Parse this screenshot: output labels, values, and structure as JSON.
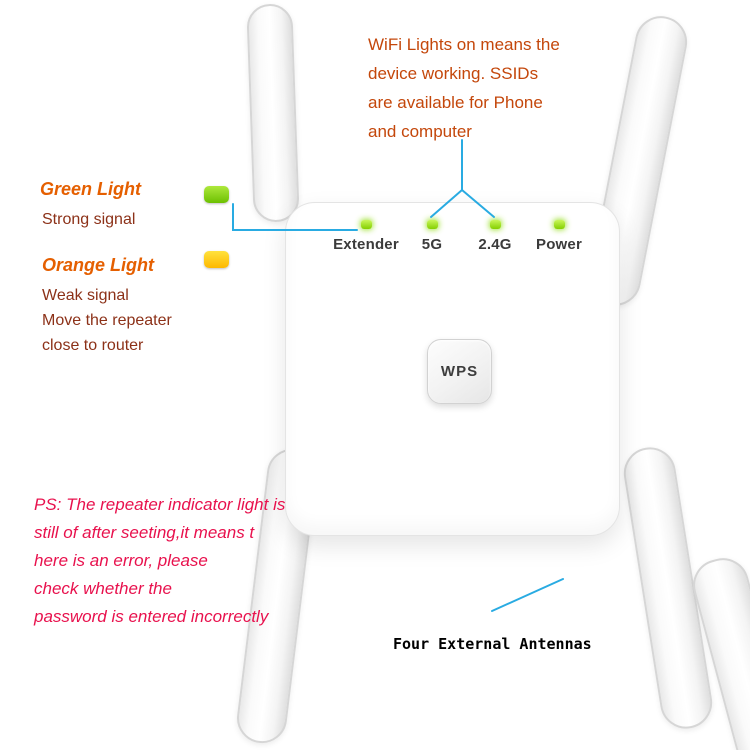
{
  "annotations": {
    "wifi_note": {
      "lines": [
        "WiFi Lights on means the",
        "device working. SSIDs",
        "are available for Phone",
        "and computer"
      ]
    },
    "green": {
      "heading": "Green Light",
      "body": [
        "Strong signal"
      ]
    },
    "orange": {
      "heading": "Orange Light",
      "body": [
        "Weak signal",
        "Move the repeater",
        "close to router"
      ]
    },
    "ps": {
      "lines": [
        "PS: The repeater indicator light is",
        "still of after seeting,it means t",
        "here is an error, please",
        "check whether the",
        "password is entered incorrectly"
      ]
    },
    "antennas_label": "Four External Antennas"
  },
  "device": {
    "leds": [
      {
        "label": "Extender",
        "state": "on"
      },
      {
        "label": "5G",
        "state": "on"
      },
      {
        "label": "2.4G",
        "state": "on"
      },
      {
        "label": "Power",
        "state": "on"
      }
    ],
    "wps_label": "WPS"
  },
  "colors": {
    "note_orange": "#c4470b",
    "heading_orange": "#e55f00",
    "body_maroon": "#8c3118",
    "ps_red": "#e8114d",
    "connector_blue": "#29abe2",
    "led_green": "#84d000",
    "swatch_green": "#6cc001",
    "swatch_orange": "#fdb800",
    "device_label": "#3b3b3b"
  }
}
